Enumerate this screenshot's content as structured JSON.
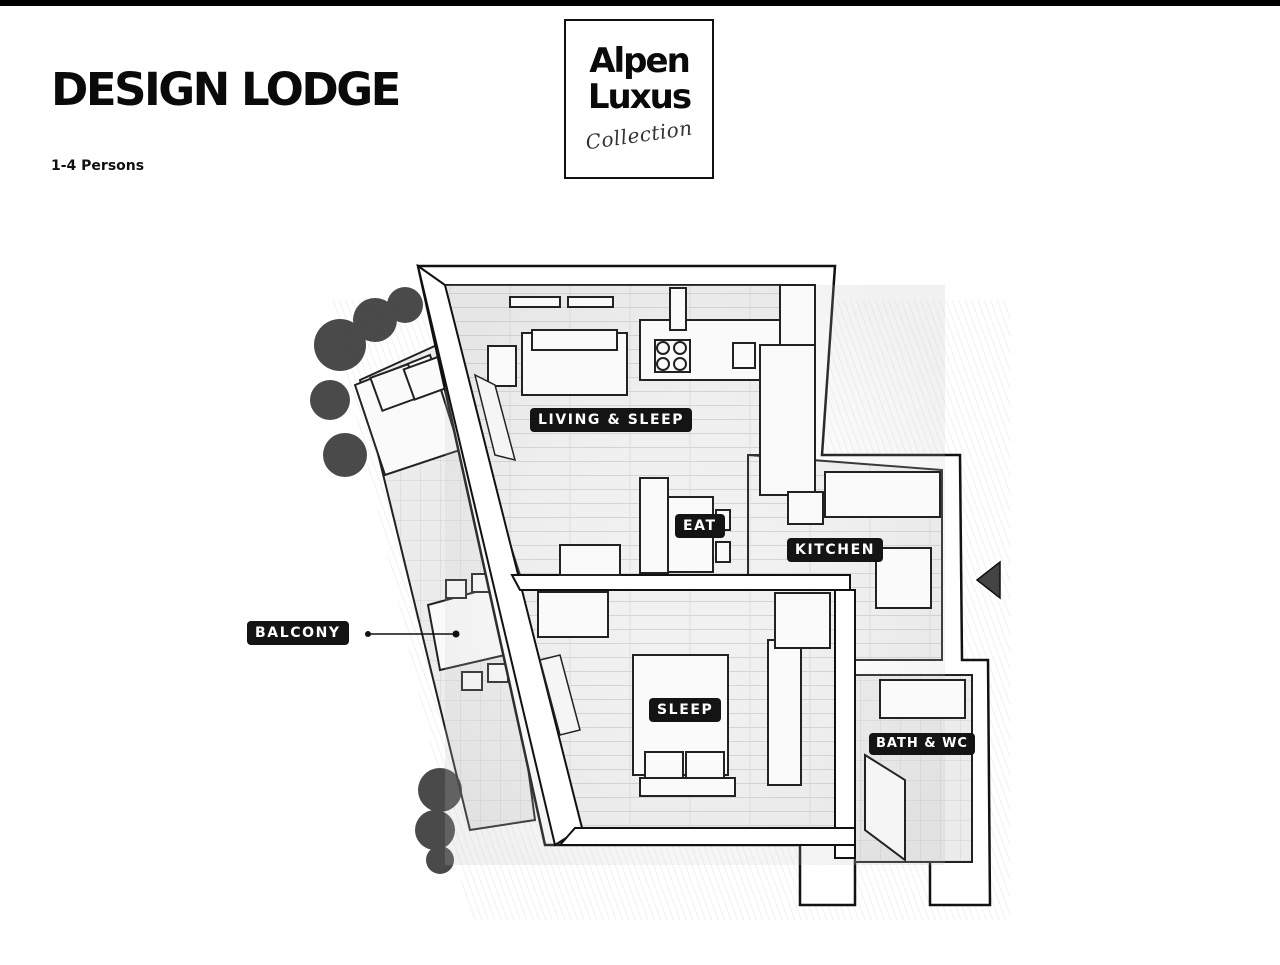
{
  "header": {
    "title": "DESIGN LODGE",
    "capacity": "1-4 Persons"
  },
  "logo": {
    "line1": "Alpen",
    "line2": "Luxus",
    "script": "Collection"
  },
  "floor_plan": {
    "rooms": [
      {
        "id": "living",
        "label": "LIVING & SLEEP"
      },
      {
        "id": "eat",
        "label": "EAT"
      },
      {
        "id": "kitchen",
        "label": "KITCHEN"
      },
      {
        "id": "balcony",
        "label": "BALCONY"
      },
      {
        "id": "sleep",
        "label": "SLEEP"
      },
      {
        "id": "bath",
        "label": "BATH & WC"
      }
    ],
    "entrance_marker": "entrance-arrow"
  }
}
